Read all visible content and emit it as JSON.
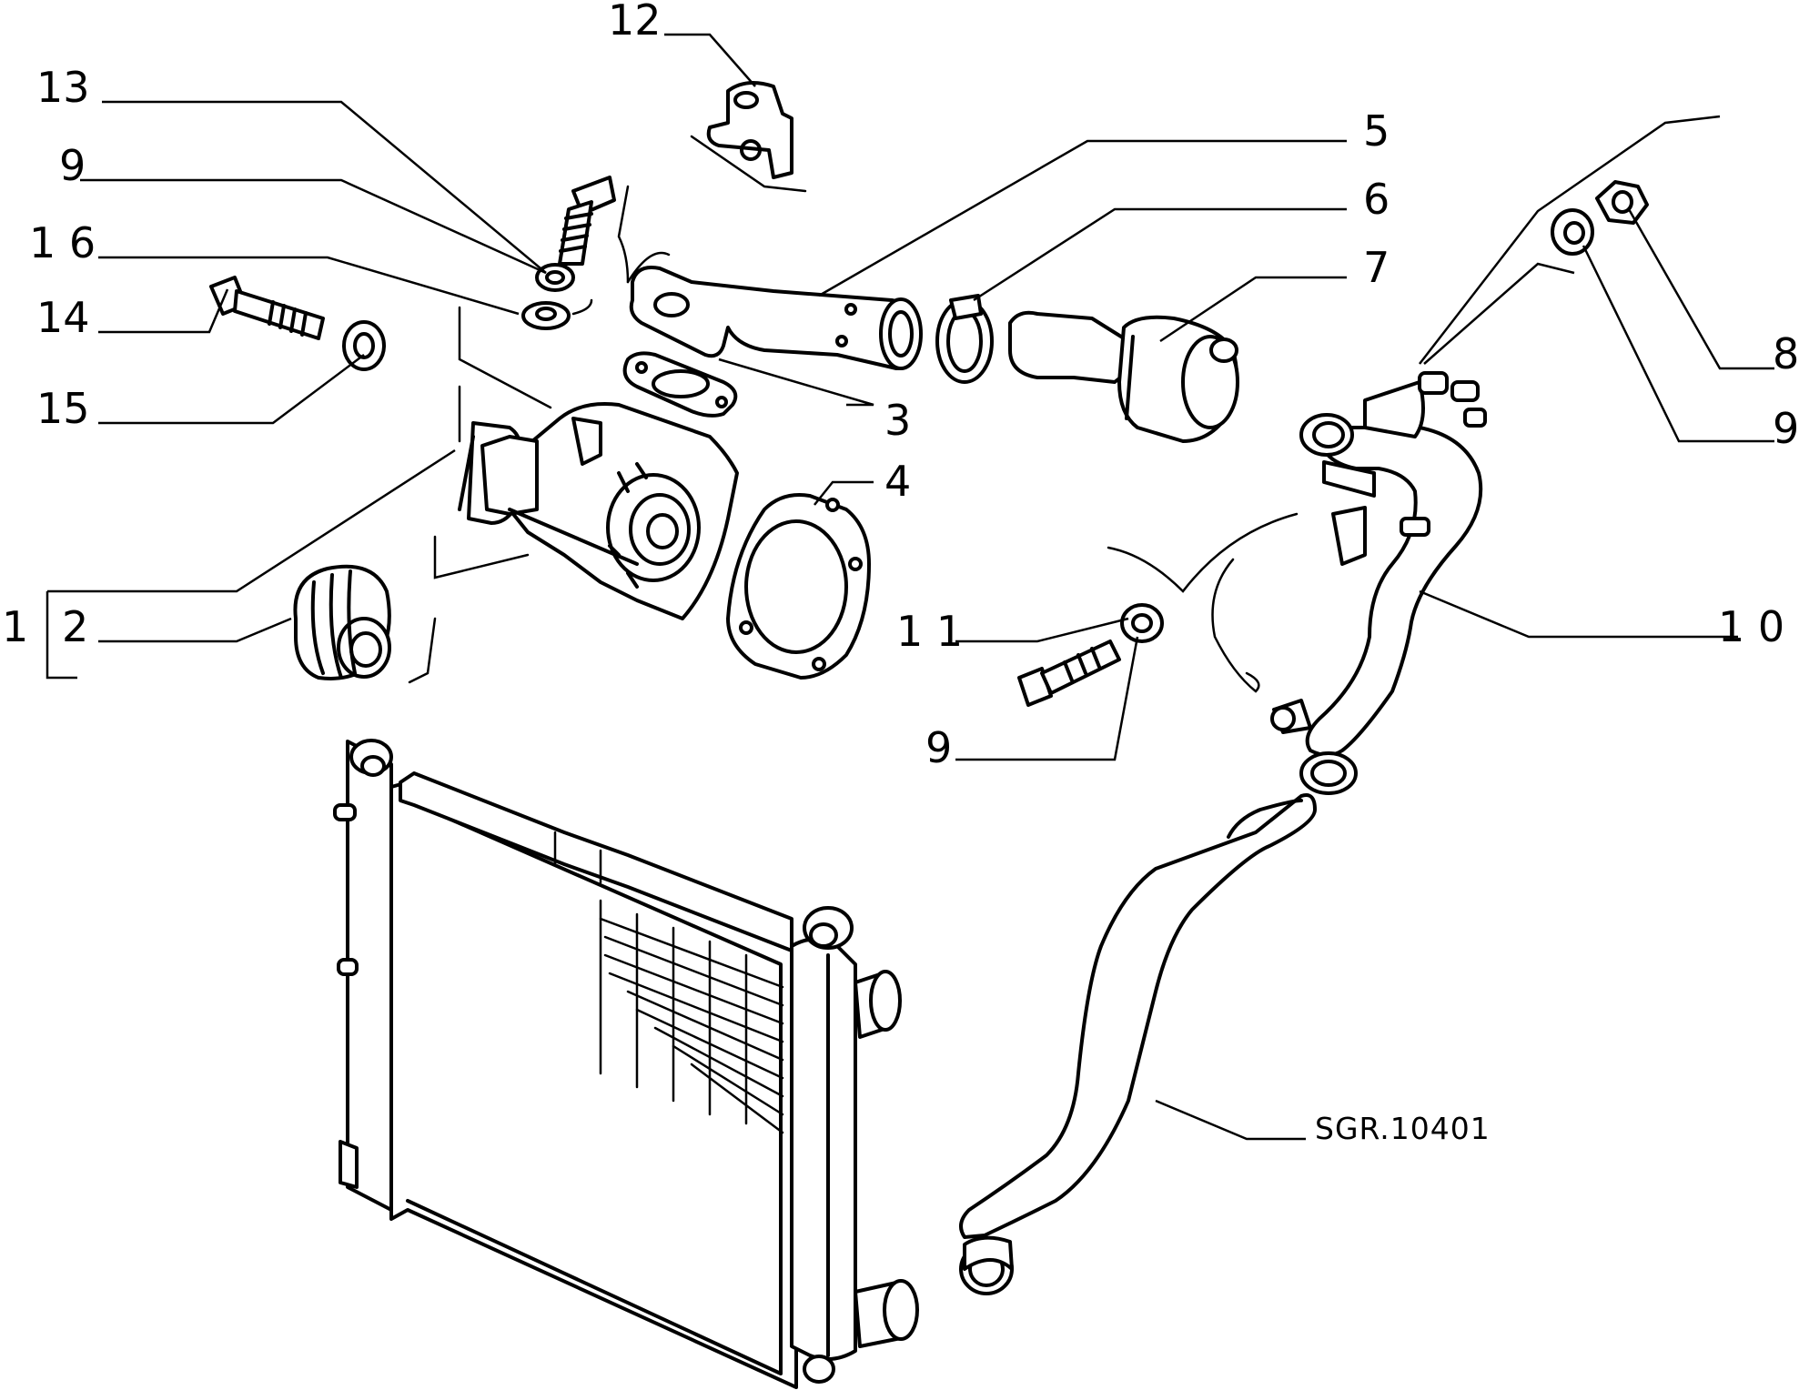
{
  "reference_code": "SGR.10401",
  "callouts": [
    {
      "key": "c1",
      "label": "1"
    },
    {
      "key": "c2",
      "label": "2"
    },
    {
      "key": "c3",
      "label": "3"
    },
    {
      "key": "c4",
      "label": "4"
    },
    {
      "key": "c5",
      "label": "5"
    },
    {
      "key": "c6",
      "label": "6"
    },
    {
      "key": "c7",
      "label": "7"
    },
    {
      "key": "c8",
      "label": "8"
    },
    {
      "key": "c9a",
      "label": "9"
    },
    {
      "key": "c9b",
      "label": "9"
    },
    {
      "key": "c9c",
      "label": "9"
    },
    {
      "key": "c10",
      "label": "1 0"
    },
    {
      "key": "c11",
      "label": "1 1"
    },
    {
      "key": "c12",
      "label": "12"
    },
    {
      "key": "c13",
      "label": "13"
    },
    {
      "key": "c14",
      "label": "14"
    },
    {
      "key": "c15",
      "label": "15"
    },
    {
      "key": "c16",
      "label": "1 6"
    }
  ]
}
